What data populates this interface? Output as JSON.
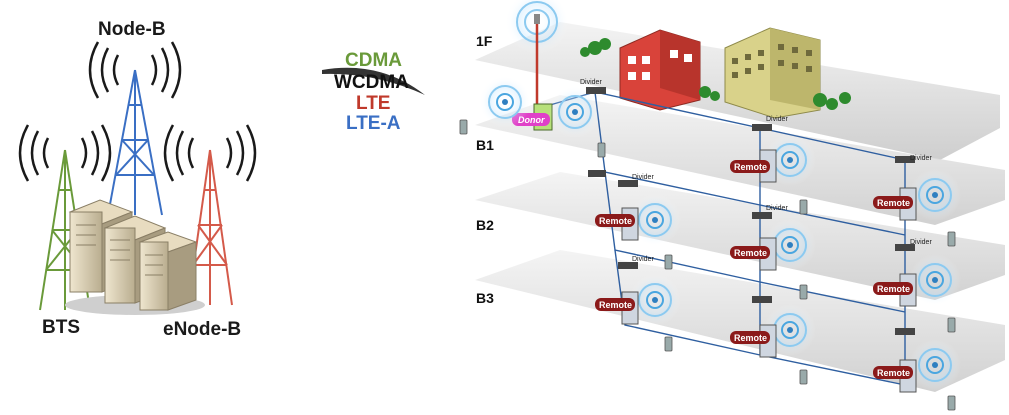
{
  "towers": {
    "node_b": "Node-B",
    "bts": "BTS",
    "enode_b": "eNode-B"
  },
  "standards": {
    "cdma": "CDMA",
    "wcdma": "WCDMA",
    "lte": "LTE",
    "lte_a": "LTE-A"
  },
  "floors": {
    "f1": "1F",
    "b1": "B1",
    "b2": "B2",
    "b3": "B3"
  },
  "equipment": {
    "divider": "Divider",
    "remote": "Remote",
    "donor": "Donor"
  },
  "colors": {
    "cdma": "#6a9a3a",
    "wcdma": "#111111",
    "lte": "#c0392b",
    "lte_a": "#3a6fc4",
    "remote_badge": "#8b1a1a",
    "donor_badge": "#e040c8",
    "cable": "#2f5fa0",
    "floor_plate": "#d9d9d9"
  }
}
